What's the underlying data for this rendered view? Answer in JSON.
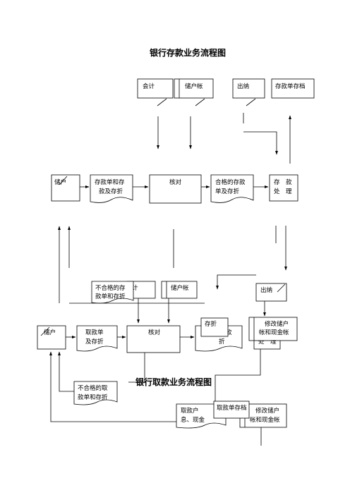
{
  "diagram_top": {
    "title": "银行存款业务流程图",
    "role_accounting": "会计",
    "role_ledger": "储户帐",
    "role_cashier": "出纳",
    "role_archive": "存款单存档",
    "node_depositor": "储户",
    "node_slip_line1": "存款单和存",
    "node_slip_line2": "款及存折",
    "node_check": "核对",
    "node_valid_line1": "合格的存款",
    "node_valid_line2": "单及存折",
    "node_process_line1": "存　款",
    "node_process_line2": "处　理"
  },
  "diagram_bottom": {
    "title": "银行取款业务流程图",
    "invalid_deposit_line1": "不合格的存",
    "invalid_deposit_line2": "款单和存折",
    "role_accounting_partial": "计",
    "role_ledger": "储户帐",
    "role_cashier": "出纳",
    "node_depositor": "储户",
    "node_withdraw_line1": "取款单",
    "node_withdraw_line2": "及存折",
    "node_check": "核对",
    "node_passbook": "存折",
    "node_partial_kuan": "款",
    "node_partial_zhe": "折",
    "modify_line1": "修改储户",
    "modify_line2": "帐和现金帐",
    "node_partial_chuli": "处　理",
    "invalid_withdraw_line1": "不合格的取",
    "invalid_withdraw_line2": "款单和存折",
    "interest_line1": "取款户",
    "interest_line2": "息、现金",
    "archive": "取款单存档",
    "modify2_line1": "修改储户",
    "modify2_line2": "帐和现金帐"
  }
}
